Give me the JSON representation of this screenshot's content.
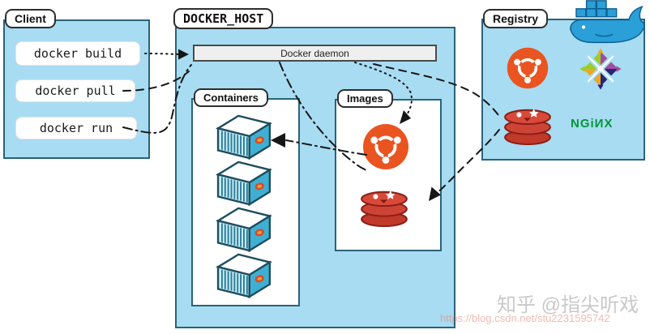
{
  "client": {
    "label": "Client",
    "commands": [
      "docker build",
      "docker pull",
      "docker run"
    ]
  },
  "docker_host": {
    "label": "DOCKER_HOST",
    "daemon_label": "Docker daemon",
    "containers": {
      "label": "Containers",
      "count": 4,
      "icon": "shipping-container-icon"
    },
    "images": {
      "label": "Images",
      "items": [
        {
          "name": "ubuntu",
          "icon": "ubuntu-logo"
        },
        {
          "name": "redis",
          "icon": "redis-logo"
        }
      ]
    }
  },
  "registry": {
    "label": "Registry",
    "items": [
      {
        "name": "ubuntu",
        "icon": "ubuntu-logo"
      },
      {
        "name": "centos",
        "icon": "centos-logo"
      },
      {
        "name": "redis",
        "icon": "redis-logo"
      },
      {
        "name": "nginx",
        "icon": "nginx-wordmark",
        "text": "NGiИX"
      }
    ],
    "whale_icon": "docker-whale-logo"
  },
  "connections": [
    {
      "from": "docker build",
      "to": "Docker daemon",
      "style": "dotted"
    },
    {
      "from": "docker pull",
      "to": "Docker daemon",
      "style": "dashed"
    },
    {
      "from": "docker run",
      "to": "Docker daemon",
      "style": "dash-dot"
    },
    {
      "from": "Docker daemon",
      "to": "ubuntu image",
      "style": "dotted"
    },
    {
      "from": "Docker daemon",
      "to": "registry redis",
      "style": "dashed"
    },
    {
      "from": "registry redis",
      "to": "images redis",
      "style": "dashed"
    },
    {
      "from": "Docker daemon",
      "to": "ubuntu image",
      "style": "dash-dot"
    },
    {
      "from": "ubuntu image",
      "to": "container",
      "style": "dash-dot"
    }
  ],
  "watermark": {
    "credit": "知乎 @指尖听戏",
    "url": "https://blog.csdn.net/stu2231595742"
  },
  "colors": {
    "box_fill": "#a8dcf2",
    "box_border": "#2b6378",
    "ubuntu_orange": "#e95420",
    "redis_red": "#c6302b",
    "nginx_green": "#009639",
    "docker_blue": "#2a9fd8",
    "line_black": "#161616"
  }
}
